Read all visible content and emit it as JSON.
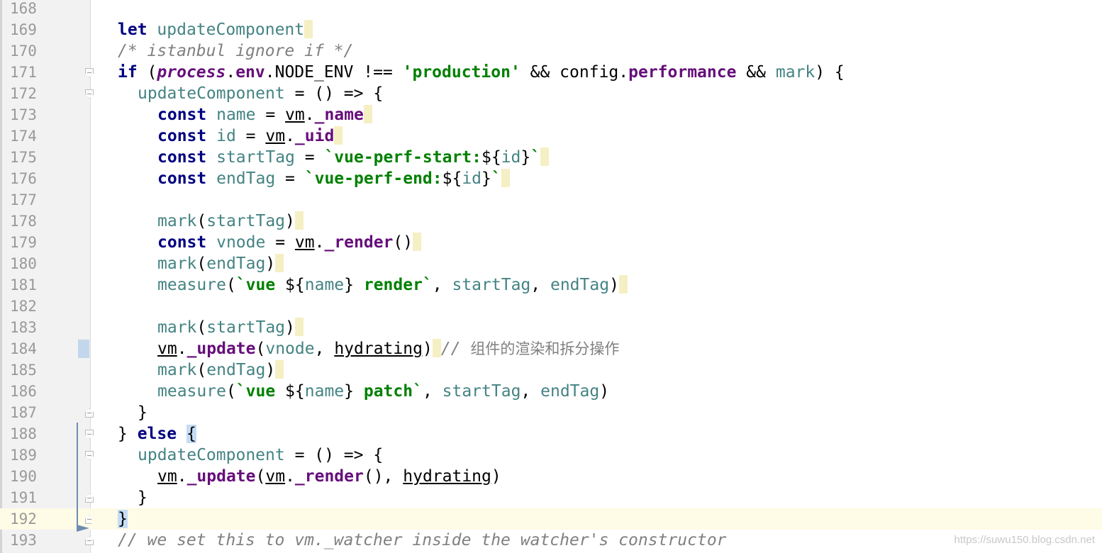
{
  "editor": {
    "current_line": "192",
    "lines": [
      {
        "num": "168",
        "tokens": []
      },
      {
        "num": "169",
        "tokens": [
          {
            "t": "let",
            "c": "kw"
          },
          {
            "t": " "
          },
          {
            "t": "updateComponent",
            "c": "ident"
          },
          {
            "hl": true
          }
        ]
      },
      {
        "num": "170",
        "tokens": [
          {
            "t": "/* istanbul ignore if */",
            "c": "cmt"
          }
        ]
      },
      {
        "num": "171",
        "tokens": [
          {
            "t": "if",
            "c": "kw"
          },
          {
            "t": " ("
          },
          {
            "t": "process",
            "c": "glob"
          },
          {
            "t": "."
          },
          {
            "t": "env",
            "c": "prop"
          },
          {
            "t": ".NODE_ENV !== "
          },
          {
            "t": "'production'",
            "c": "str"
          },
          {
            "t": " && config."
          },
          {
            "t": "performance",
            "c": "prop"
          },
          {
            "t": " && "
          },
          {
            "t": "mark",
            "c": "ident"
          },
          {
            "t": ") {"
          }
        ]
      },
      {
        "num": "172",
        "tokens": [
          {
            "t": "updateComponent",
            "c": "ident"
          },
          {
            "t": " = () => {"
          }
        ]
      },
      {
        "num": "173",
        "tokens": [
          {
            "t": "const",
            "c": "kw"
          },
          {
            "t": " "
          },
          {
            "t": "name",
            "c": "ident"
          },
          {
            "t": " = "
          },
          {
            "t": "vm",
            "c": "ul"
          },
          {
            "t": "."
          },
          {
            "t": "_name",
            "c": "prop"
          },
          {
            "hl": true
          }
        ]
      },
      {
        "num": "174",
        "tokens": [
          {
            "t": "const",
            "c": "kw"
          },
          {
            "t": " "
          },
          {
            "t": "id",
            "c": "ident"
          },
          {
            "t": " = "
          },
          {
            "t": "vm",
            "c": "ul"
          },
          {
            "t": "."
          },
          {
            "t": "_uid",
            "c": "prop"
          },
          {
            "hl": true
          }
        ]
      },
      {
        "num": "175",
        "tokens": [
          {
            "t": "const",
            "c": "kw"
          },
          {
            "t": " "
          },
          {
            "t": "startTag",
            "c": "ident"
          },
          {
            "t": " = "
          },
          {
            "t": "`vue-perf-start:",
            "c": "str"
          },
          {
            "t": "${"
          },
          {
            "t": "id",
            "c": "ident"
          },
          {
            "t": "}"
          },
          {
            "t": "`",
            "c": "str"
          },
          {
            "hl": true
          }
        ]
      },
      {
        "num": "176",
        "tokens": [
          {
            "t": "const",
            "c": "kw"
          },
          {
            "t": " "
          },
          {
            "t": "endTag",
            "c": "ident"
          },
          {
            "t": " = "
          },
          {
            "t": "`vue-perf-end:",
            "c": "str"
          },
          {
            "t": "${"
          },
          {
            "t": "id",
            "c": "ident"
          },
          {
            "t": "}"
          },
          {
            "t": "`",
            "c": "str"
          },
          {
            "hl": true
          }
        ]
      },
      {
        "num": "177",
        "tokens": []
      },
      {
        "num": "178",
        "tokens": [
          {
            "t": "mark",
            "c": "ident"
          },
          {
            "t": "("
          },
          {
            "t": "startTag",
            "c": "ident"
          },
          {
            "t": ")"
          },
          {
            "hl": true
          }
        ]
      },
      {
        "num": "179",
        "tokens": [
          {
            "t": "const",
            "c": "kw"
          },
          {
            "t": " "
          },
          {
            "t": "vnode",
            "c": "ident"
          },
          {
            "t": " = "
          },
          {
            "t": "vm",
            "c": "ul"
          },
          {
            "t": "."
          },
          {
            "t": "_render",
            "c": "prop"
          },
          {
            "t": "()"
          },
          {
            "hl": true
          }
        ]
      },
      {
        "num": "180",
        "tokens": [
          {
            "t": "mark",
            "c": "ident"
          },
          {
            "t": "("
          },
          {
            "t": "endTag",
            "c": "ident"
          },
          {
            "t": ")"
          },
          {
            "hl": true
          }
        ]
      },
      {
        "num": "181",
        "tokens": [
          {
            "t": "measure",
            "c": "ident"
          },
          {
            "t": "("
          },
          {
            "t": "`vue ",
            "c": "str"
          },
          {
            "t": "${"
          },
          {
            "t": "name",
            "c": "ident"
          },
          {
            "t": "}"
          },
          {
            "t": " render`",
            "c": "str"
          },
          {
            "t": ", "
          },
          {
            "t": "startTag",
            "c": "ident"
          },
          {
            "t": ", "
          },
          {
            "t": "endTag",
            "c": "ident"
          },
          {
            "t": ")"
          },
          {
            "hl": true
          }
        ]
      },
      {
        "num": "182",
        "tokens": []
      },
      {
        "num": "183",
        "tokens": [
          {
            "t": "mark",
            "c": "ident"
          },
          {
            "t": "("
          },
          {
            "t": "startTag",
            "c": "ident"
          },
          {
            "t": ")"
          },
          {
            "hl": true
          }
        ]
      },
      {
        "num": "184",
        "tokens": [
          {
            "t": "vm",
            "c": "ul"
          },
          {
            "t": "."
          },
          {
            "t": "_update",
            "c": "prop"
          },
          {
            "t": "("
          },
          {
            "t": "vnode",
            "c": "ident"
          },
          {
            "t": ", "
          },
          {
            "t": "hydrating",
            "c": "ul"
          },
          {
            "t": ")"
          },
          {
            "hl": true
          },
          {
            "t": "// ",
            "c": "cmt"
          },
          {
            "t": "组件的渲染和拆分操作",
            "c": "cjk"
          }
        ]
      },
      {
        "num": "185",
        "tokens": [
          {
            "t": "mark",
            "c": "ident"
          },
          {
            "t": "("
          },
          {
            "t": "endTag",
            "c": "ident"
          },
          {
            "t": ")"
          },
          {
            "hl": true
          }
        ]
      },
      {
        "num": "186",
        "tokens": [
          {
            "t": "measure",
            "c": "ident"
          },
          {
            "t": "("
          },
          {
            "t": "`vue ",
            "c": "str"
          },
          {
            "t": "${"
          },
          {
            "t": "name",
            "c": "ident"
          },
          {
            "t": "}"
          },
          {
            "t": " patch`",
            "c": "str"
          },
          {
            "t": ", "
          },
          {
            "t": "startTag",
            "c": "ident"
          },
          {
            "t": ", "
          },
          {
            "t": "endTag",
            "c": "ident"
          },
          {
            "t": ")"
          }
        ]
      },
      {
        "num": "187",
        "tokens": [
          {
            "t": "}"
          }
        ]
      },
      {
        "num": "188",
        "tokens": [
          {
            "t": "} "
          },
          {
            "t": "else",
            "c": "kw"
          },
          {
            "t": " "
          },
          {
            "t": "{",
            "c": "bm"
          }
        ]
      },
      {
        "num": "189",
        "tokens": [
          {
            "t": "updateComponent",
            "c": "ident"
          },
          {
            "t": " = () => {"
          }
        ]
      },
      {
        "num": "190",
        "tokens": [
          {
            "t": "vm",
            "c": "ul"
          },
          {
            "t": "."
          },
          {
            "t": "_update",
            "c": "prop"
          },
          {
            "t": "("
          },
          {
            "t": "vm",
            "c": "ul"
          },
          {
            "t": "."
          },
          {
            "t": "_render",
            "c": "prop"
          },
          {
            "t": "(), "
          },
          {
            "t": "hydrating",
            "c": "ul"
          },
          {
            "t": ")"
          }
        ]
      },
      {
        "num": "191",
        "tokens": [
          {
            "t": "}"
          }
        ]
      },
      {
        "num": "192",
        "tokens": [
          {
            "t": "}",
            "c": "bm"
          }
        ]
      },
      {
        "num": "193",
        "tokens": [
          {
            "t": "// we set this to vm._watcher inside the watcher's constructor",
            "c": "cmt"
          }
        ]
      }
    ]
  },
  "watermark": "https://suwu150.blog.csdn.net"
}
